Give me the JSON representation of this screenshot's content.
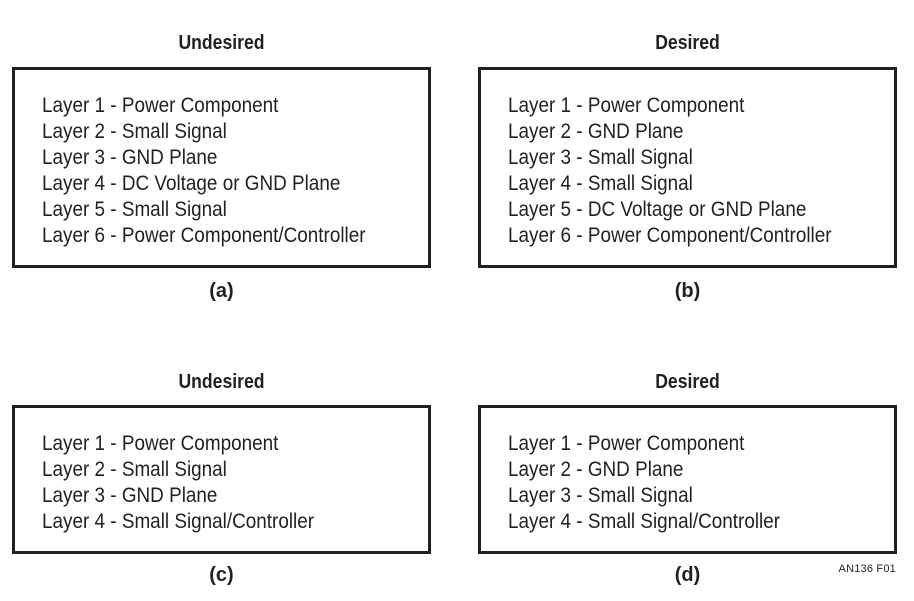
{
  "panels": [
    {
      "title": "Undesired",
      "caption": "(a)",
      "layers": [
        "Layer 1 - Power Component",
        "Layer 2 - Small Signal",
        "Layer 3 - GND Plane",
        "Layer 4 - DC Voltage or GND Plane",
        "Layer 5 - Small Signal",
        "Layer 6 - Power Component/Controller"
      ]
    },
    {
      "title": "Desired",
      "caption": "(b)",
      "layers": [
        "Layer 1 - Power Component",
        "Layer 2 - GND Plane",
        "Layer 3 - Small Signal",
        "Layer 4 - Small Signal",
        "Layer 5 - DC Voltage or GND Plane",
        "Layer 6 - Power Component/Controller"
      ]
    },
    {
      "title": "Undesired",
      "caption": "(c)",
      "layers": [
        "Layer 1 - Power Component",
        "Layer 2 - Small Signal",
        "Layer 3 - GND Plane",
        "Layer 4 - Small Signal/Controller"
      ]
    },
    {
      "title": "Desired",
      "caption": "(d)",
      "layers": [
        "Layer 1 - Power Component",
        "Layer 2 - GND Plane",
        "Layer 3 - Small Signal",
        "Layer 4 - Small Signal/Controller"
      ]
    }
  ],
  "figure_id": "AN136 F01"
}
